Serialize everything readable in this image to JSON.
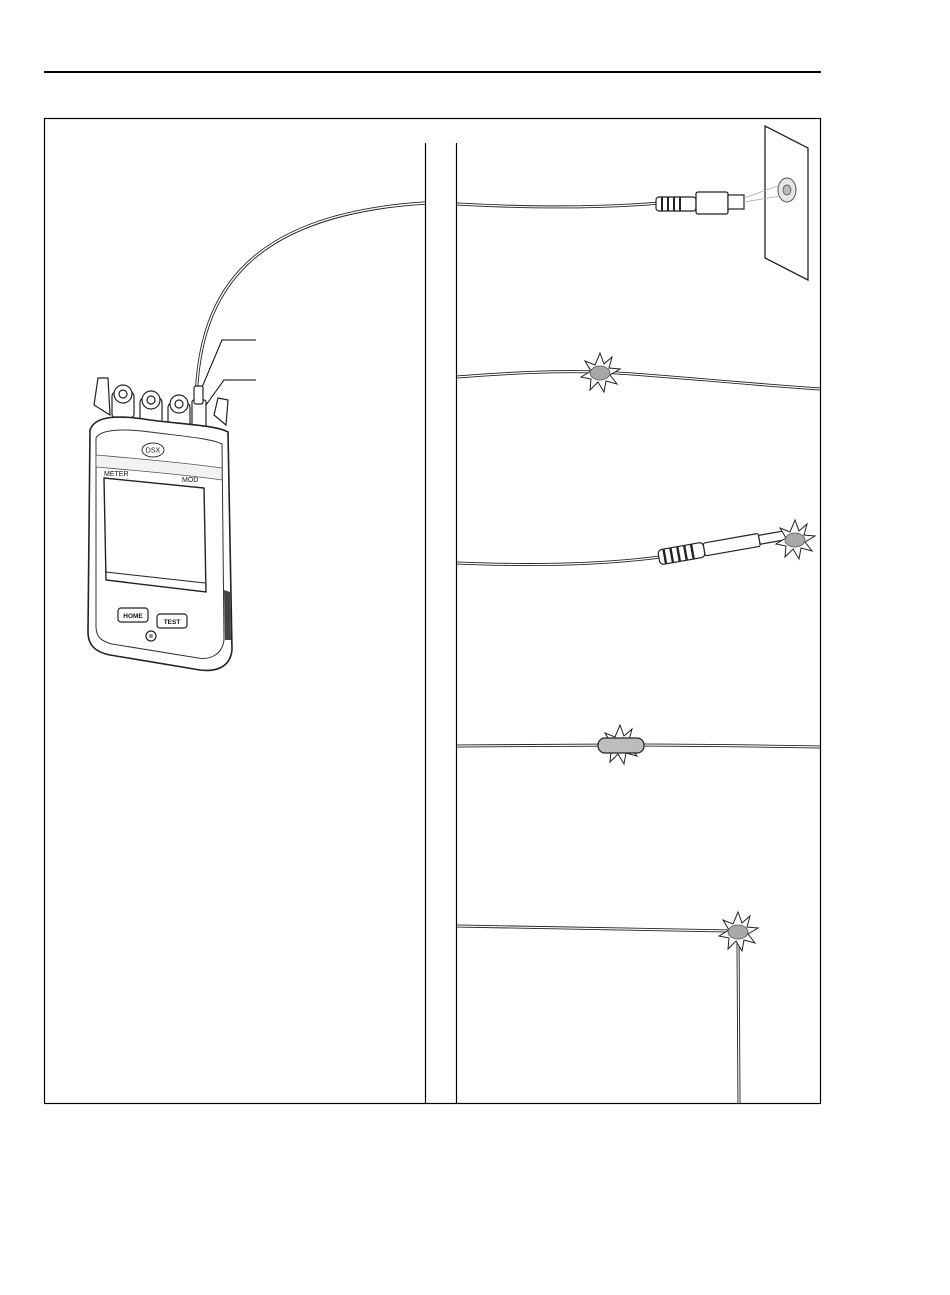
{
  "device": {
    "logo": "DSX",
    "label_left": "METER",
    "label_right": "MOD",
    "home_button": "HOME",
    "test_button": "TEST"
  },
  "icons": [
    "rule-line-icon",
    "tester-device-icon",
    "fiber-cable-icon",
    "wall-outlet-icon",
    "light-burst-icon",
    "fiber-connector-icon",
    "fiber-splice-icon",
    "fiber-bend-icon"
  ]
}
